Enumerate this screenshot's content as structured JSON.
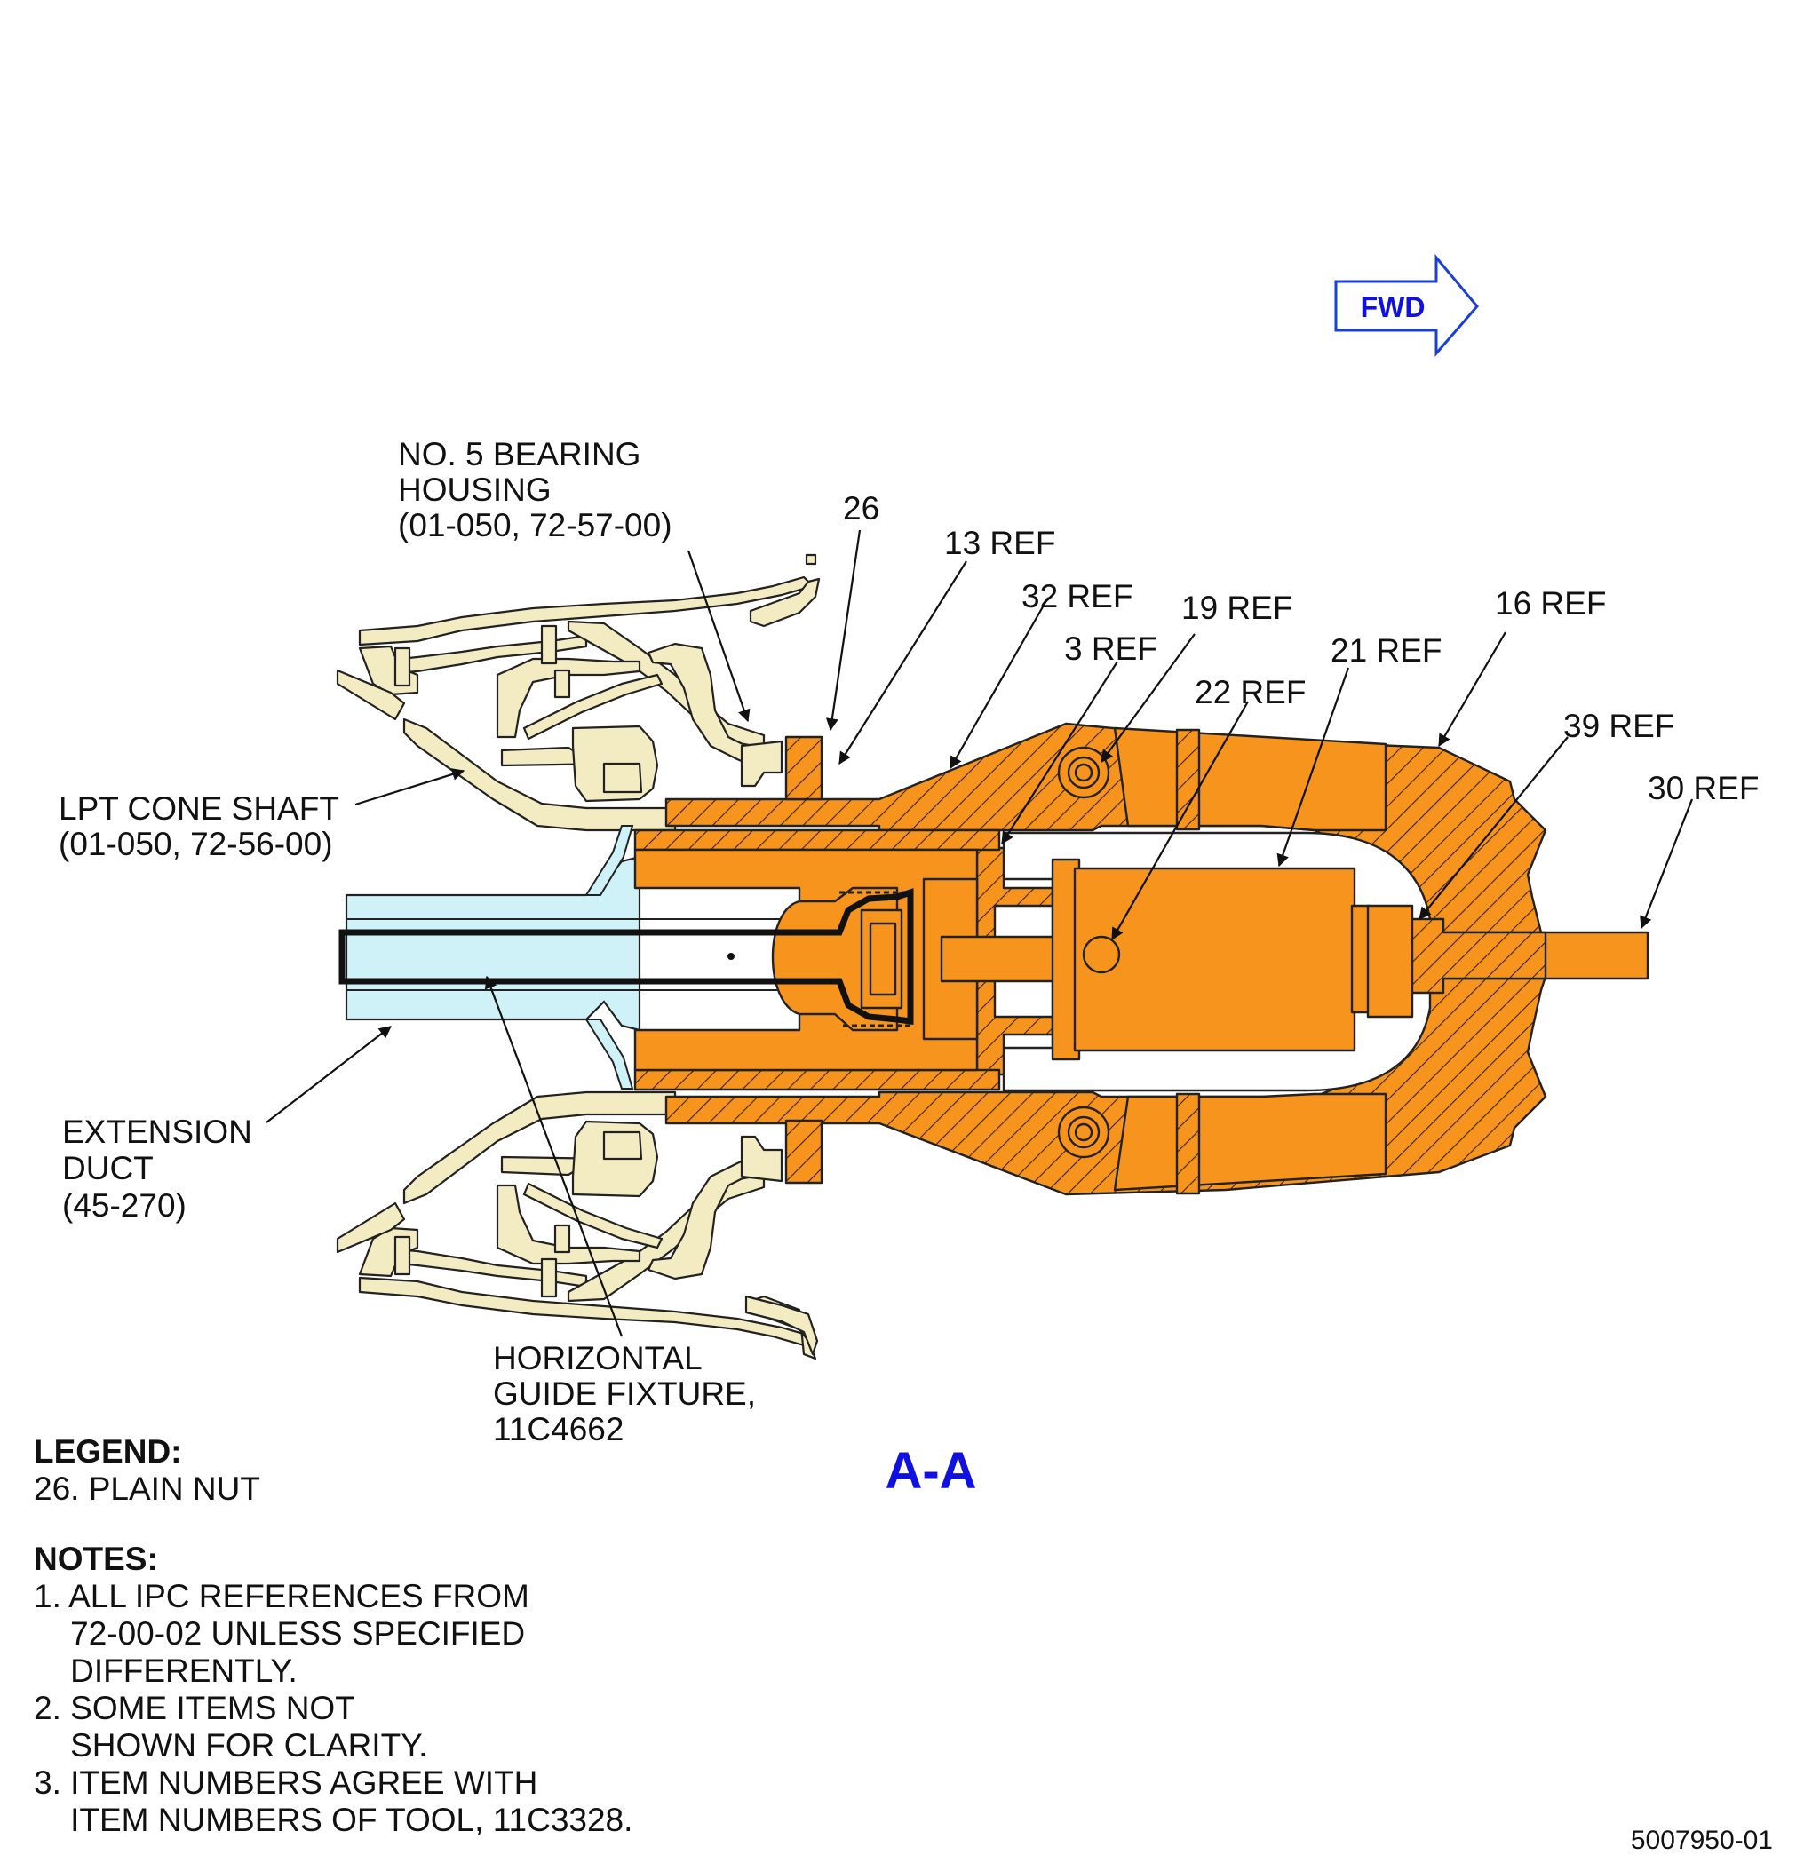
{
  "colors": {
    "tool_orange": "#F7941D",
    "engine_beige": "#F3EBC2",
    "duct_blue": "#CFF2F8",
    "label_blue": "#1010E0",
    "ink": "#111111"
  },
  "direction_arrow": {
    "label": "FWD",
    "icon": "right-arrow-outline"
  },
  "callouts": {
    "bearing_housing": [
      "NO. 5 BEARING",
      "HOUSING",
      "(01-050, 72-57-00)"
    ],
    "item_26": "26",
    "item_13": "13 REF",
    "item_32": "32 REF",
    "item_19": "19 REF",
    "item_3": "3 REF",
    "item_21": "21  REF",
    "item_16": "16 REF",
    "item_22": "22 REF",
    "item_39": "39 REF",
    "item_30": "30 REF",
    "lpt_cone_shaft": [
      "LPT CONE SHAFT",
      "(01-050, 72-56-00)"
    ],
    "extension_duct": [
      "EXTENSION",
      "DUCT",
      "(45-270)"
    ],
    "guide_fixture": [
      "HORIZONTAL",
      "GUIDE FIXTURE,",
      "11C4662"
    ]
  },
  "view_label": "A-A",
  "legend": {
    "title": "LEGEND:",
    "items": [
      "26. PLAIN NUT"
    ]
  },
  "notes": {
    "title": "NOTES:",
    "lines": [
      "1. ALL IPC REFERENCES FROM",
      "    72-00-02 UNLESS SPECIFIED",
      "    DIFFERENTLY.",
      "2. SOME ITEMS NOT",
      "    SHOWN FOR CLARITY.",
      "3. ITEM NUMBERS AGREE WITH",
      "    ITEM NUMBERS OF TOOL, 11C3328."
    ]
  },
  "figure_number": "5007950-01"
}
